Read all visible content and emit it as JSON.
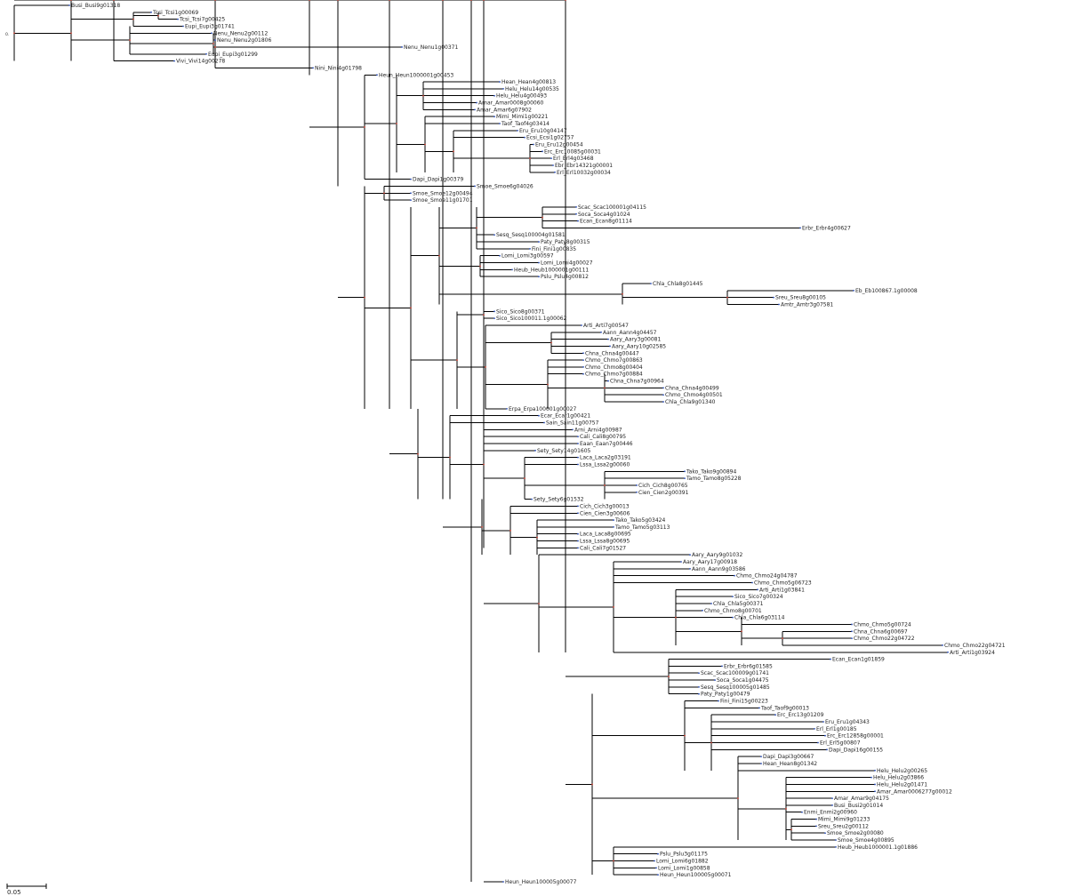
{
  "tree": {
    "scale_bar_label": "0.05",
    "root_marker": "0.",
    "leaves": [
      "Busi_Busi9g01318",
      "Tcsi_Tcsi1g00069",
      "Tcsi_Tcsi7g00425",
      "Eupi_Eupi3g01741",
      "Nenu_Nenu2g00112",
      "Nenu_Nenu2g01806",
      "Nenu_Nenu1g00371",
      "Eupi_Eupi3g01299",
      "Vivi_Vivi14g00278",
      "Nini_Nini4g01798",
      "Heun_Heun1000001g00453",
      "Hean_Hean4g00813",
      "Helu_Helu14g00535",
      "Helu_Helu4g00493",
      "Amar_Amar0008g00060",
      "Amar_Amar6g07902",
      "Mimi_Mimi1g00221",
      "Taof_Taof4g03414",
      "Eru_Eru10g04147",
      "Ecsi_Ecsi1g02757",
      "Eru_Eru12g00454",
      "Erc_Erc10085g00031",
      "Erl_Erl4g03468",
      "Ebr_Ebr14321g00001",
      "Erl_Erl10032g00034",
      "Dapi_Dapi1g00379",
      "Smoe_Smoe6g04026",
      "Smoe_Smoe12g00494",
      "Smoe_Smoe11g01701",
      "Scac_Scac100001g04115",
      "Soca_Soca4g01024",
      "Ecan_Ecan8g01114",
      "Erbr_Erbr4g00627",
      "Sesq_Sesq100004g01581",
      "Paty_Paty8g00315",
      "Fini_Fini1g00835",
      "Lomi_Lomi3g00597",
      "Lomi_Lomi4g00027",
      "Heub_Heub1000001g00111",
      "Pslu_Pslu4g00812",
      "Chla_Chla8g01445",
      "Eb_Eb100867.1g00008",
      "Sreu_Sreu8g00105",
      "Amtr_Amtr3g07581",
      "Sico_Sico8g00371",
      "Sico_Sico100011.1g00062",
      "Arti_Arti7g00547",
      "Aann_Aann4g04457",
      "Aary_Aary3g00081",
      "Aary_Aary10g02585",
      "Chna_Chna4g00447",
      "Chmo_Chmo7g00863",
      "Chmo_Chmo8g00404",
      "Chmo_Chmo7g00884",
      "Chna_Chna7g00964",
      "Chna_Chna4g00499",
      "Chmo_Chmo4g00501",
      "Chla_Chla9g01340",
      "Erpa_Erpa100001g00027",
      "Ecar_Ecar1g00421",
      "Sain_Sain11g00757",
      "Arni_Arni4g00987",
      "Cali_Cali8g00795",
      "Eaan_Eaan7g00446",
      "Sety_Sety14g01605",
      "Laca_Laca2g03191",
      "Lssa_Lssa2g00060",
      "Tako_Tako9g00894",
      "Tamo_Tamo8g05228",
      "Cich_Cich8g00765",
      "Cien_Cien2g00391",
      "Sety_Sety6g01532",
      "Cich_Cich3g00013",
      "Cien_Cien3g00606",
      "Tako_Tako5g03424",
      "Tamo_Tamo5g03113",
      "Laca_Laca8g00695",
      "Lssa_Lssa8g00695",
      "Cali_Cali7g01527",
      "Aary_Aary9g01032",
      "Aary_Aary17g00918",
      "Aann_Aann9g03586",
      "Chmo_Chmo24g04787",
      "Chmo_Chmo5g06723",
      "Arti_Arti1g03841",
      "Sico_Sico7g00324",
      "Chla_Chla5g00371",
      "Chmo_Chmo8g00701",
      "Chla_Chla6g03114",
      "Chmo_Chmo5g00724",
      "Chna_Chna6g00697",
      "Chmo_Chmo22g04722",
      "Chmo_Chmo22g04721",
      "Arti_Arti1g03924",
      "Ecan_Ecan1g01859",
      "Erbr_Erbr6g01585",
      "Scac_Scac100009g01741",
      "Soca_Soca1g04475",
      "Sesq_Sesq100005g01485",
      "Paty_Paty1g00479",
      "Fini_Fini15g00223",
      "Taof_Taof9g00013",
      "Erc_Erc13g01209",
      "Eru_Eru1g04343",
      "Erl_Erl1g00185",
      "Erc_Erc12858g00001",
      "Erl_Erl5g00807",
      "Dapi_Dapi16g00155",
      "Dapi_Dapi3g00667",
      "Hean_Hean8g01342",
      "Helu_Helu2g00265",
      "Helu_Helu2g03866",
      "Helu_Helu2g01471",
      "Amar_Amar0006277g00012",
      "Amar_Amar9g04175",
      "Busi_Busi2g01014",
      "Enmi_Enmi2g00960",
      "Mimi_Mimi9g01233",
      "Sreu_Sreu2g00112",
      "Smoe_Smoe2g00080",
      "Smoe_Smoe4g00895",
      "Heub_Heub1000001.1g01886",
      "Pslu_Pslu3g01175",
      "Lomi_Lomi6g01882",
      "Lomi_Lomi1g00858",
      "Heun_Heun100005g00071",
      "Heun_Heun100005g00077"
    ]
  }
}
